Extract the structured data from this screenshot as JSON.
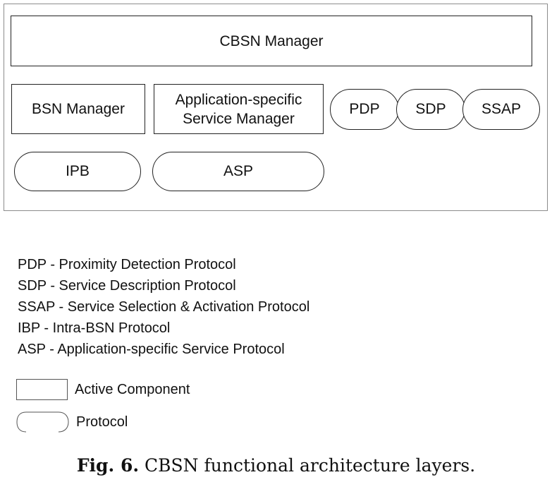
{
  "diagram": {
    "top_layer": {
      "label": "CBSN Manager"
    },
    "middle_layer": {
      "components": [
        {
          "label": "BSN Manager"
        },
        {
          "label": "Application-specific\nService Manager"
        }
      ],
      "protocols": [
        {
          "label": "PDP"
        },
        {
          "label": "SDP"
        },
        {
          "label": "SSAP"
        }
      ]
    },
    "bottom_layer": {
      "protocols": [
        {
          "label": "IPB"
        },
        {
          "label": "ASP"
        }
      ]
    }
  },
  "abbreviations": [
    "PDP - Proximity Detection Protocol",
    "SDP - Service Description Protocol",
    "SSAP - Service Selection & Activation Protocol",
    "IBP - Intra-BSN Protocol",
    "ASP - Application-specific Service Protocol"
  ],
  "key": {
    "component_label": "Active Component",
    "protocol_label": "Protocol"
  },
  "caption": {
    "label": "Fig. 6.",
    "text": "CBSN functional architecture layers."
  }
}
